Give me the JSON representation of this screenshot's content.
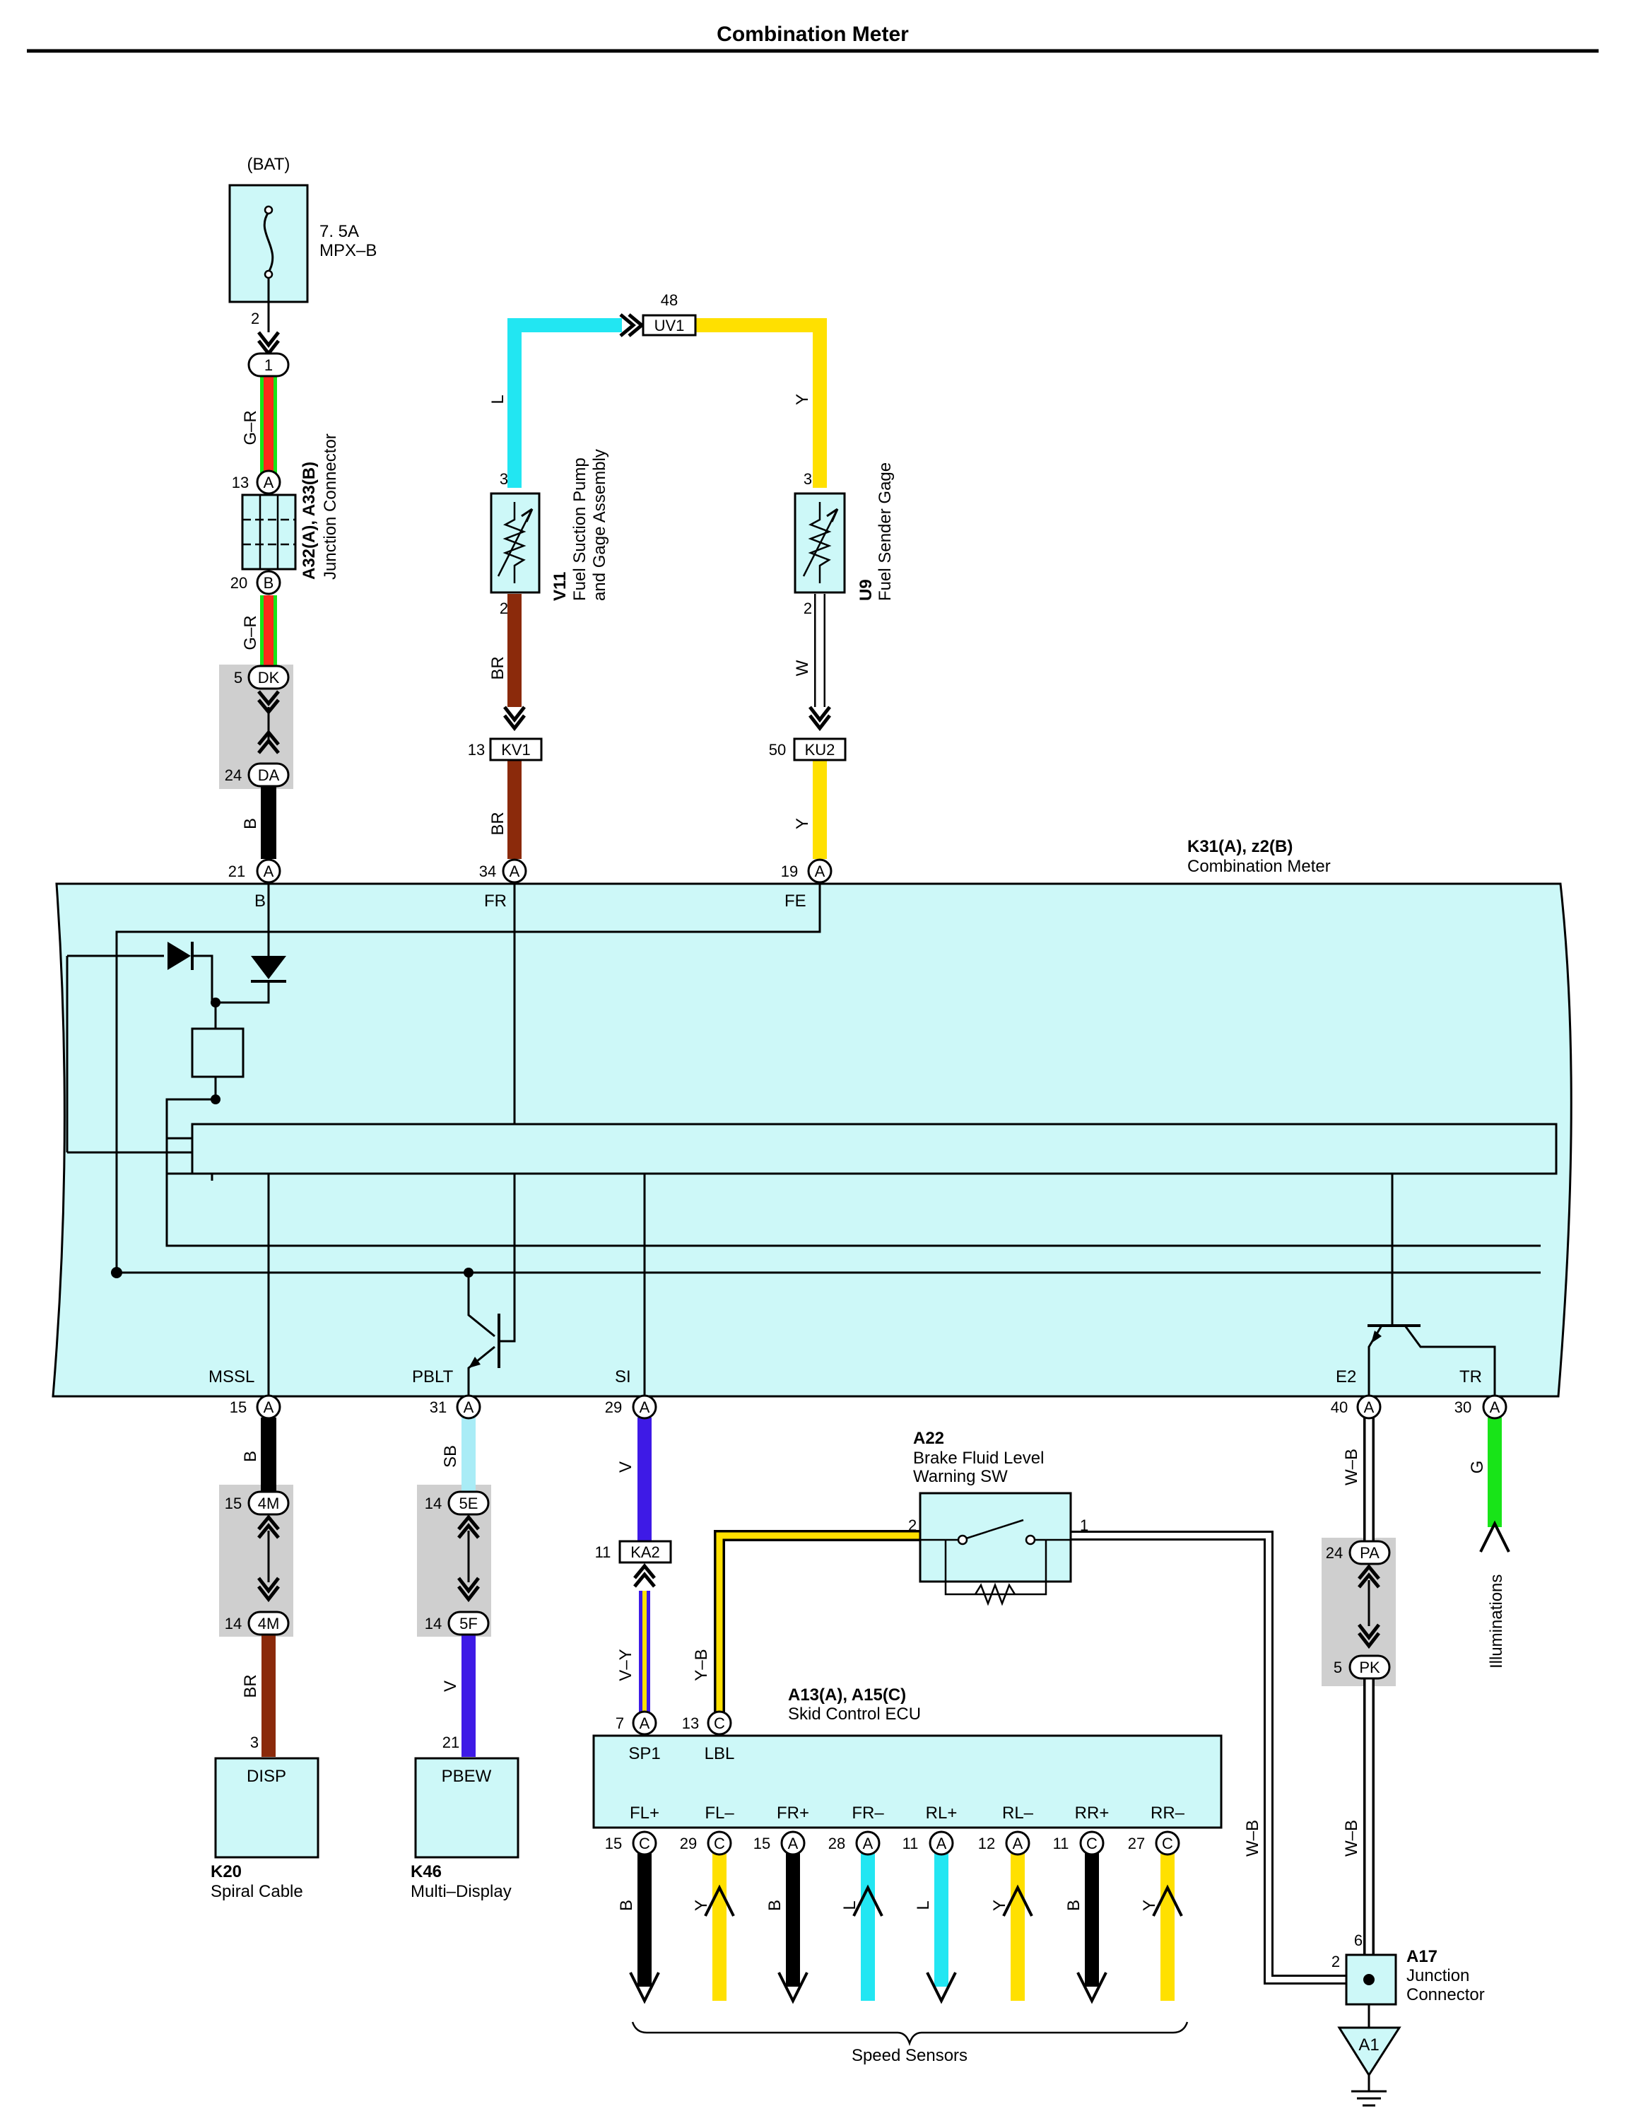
{
  "title": "Combination Meter",
  "colors": {
    "box_fill": "#cdf8f8",
    "connector_group": "#cfcfcf",
    "wire_black": "#000000",
    "wire_brown": "#8b2a0b",
    "wire_yellow": "#ffe000",
    "wire_blue": "#22e6f2",
    "wire_violet": "#3e1ae6",
    "wire_sky_blue": "#a9ecf6",
    "wire_green": "#18e418",
    "wire_red": "#ff2a1a",
    "wire_white": "#ffffff"
  },
  "labels": {
    "bat": "(BAT)",
    "fuse_rating": "7. 5A",
    "fuse_name": "MPX–B",
    "wire_gr_1": "G–R",
    "wire_gr_2": "G–R",
    "wire_b_1": "B",
    "wire_l": "L",
    "wire_y_top": "Y",
    "wire_br_1": "BR",
    "wire_br_2": "BR",
    "wire_w": "W",
    "wire_y_mid": "Y",
    "wire_b_mssl": "B",
    "wire_br_k20": "BR",
    "wire_sb": "SB",
    "wire_v_k46": "V",
    "wire_v_si": "V",
    "wire_vy": "V–Y",
    "wire_yb": "Y–B",
    "wire_wb_1": "W–B",
    "wire_wb_2": "W–B",
    "wire_wb_3": "W–B",
    "wire_g": "G",
    "junction_a32_code": "A32(A), A33(B)",
    "junction_a32_name": "Junction Connector",
    "v11_code": "V11",
    "v11_name_1": "Fuel Suction Pump",
    "v11_name_2": "and Gage Assembly",
    "u9_code": "U9",
    "u9_name": "Fuel Sender Gage",
    "meter_code": "K31(A), z2(B)",
    "meter_name": "Combination Meter",
    "term_b": "B",
    "term_fr": "FR",
    "term_fe": "FE",
    "term_mssl": "MSSL",
    "term_pblt": "PBLT",
    "term_si": "SI",
    "term_e2": "E2",
    "term_tr": "TR",
    "a22_code": "A22",
    "a22_name_1": "Brake Fluid Level",
    "a22_name_2": "Warning SW",
    "ecu_code": "A13(A), A15(C)",
    "ecu_name": "Skid Control ECU",
    "ecu_sp1": "SP1",
    "ecu_lbl": "LBL",
    "k20_term": "DISP",
    "k20_code": "K20",
    "k20_name": "Spiral Cable",
    "k46_term": "PBEW",
    "k46_code": "K46",
    "k46_name": "Multi–Display",
    "a17_code": "A17",
    "a17_name_1": "Junction",
    "a17_name_2": "Connector",
    "a1_ground": "A1",
    "illuminations": "Illuminations",
    "speed_sensors": "Speed Sensors"
  },
  "connectors": {
    "uv1": {
      "pin": "48",
      "id": "UV1"
    },
    "kv1": {
      "pin": "13",
      "id": "KV1"
    },
    "ku2": {
      "pin": "50",
      "id": "KU2"
    },
    "ka2": {
      "pin": "11",
      "id": "KA2"
    },
    "dk": {
      "pin": "5",
      "id": "DK"
    },
    "da": {
      "pin": "24",
      "id": "DA"
    },
    "m4a": {
      "pin": "15",
      "id": "4M"
    },
    "m4b": {
      "pin": "14",
      "id": "4M"
    },
    "e5": {
      "pin": "14",
      "id": "5E"
    },
    "f5": {
      "pin": "14",
      "id": "5F"
    },
    "pa": {
      "pin": "24",
      "id": "PA"
    },
    "pk": {
      "pin": "5",
      "id": "PK"
    }
  },
  "pins": {
    "fuse_out": "2",
    "bat_jc": "1",
    "a32_a_num": "13",
    "a32_a_id": "A",
    "a33_b_num": "20",
    "a33_b_id": "B",
    "v11_top": "3",
    "v11_bot": "2",
    "u9_top": "3",
    "u9_bot": "2",
    "m_b_num": "21",
    "m_b_id": "A",
    "m_fr_num": "34",
    "m_fr_id": "A",
    "m_fe_num": "19",
    "m_fe_id": "A",
    "m_mssl_num": "15",
    "m_mssl_id": "A",
    "m_pblt_num": "31",
    "m_pblt_id": "A",
    "m_si_num": "29",
    "m_si_id": "A",
    "m_e2_num": "40",
    "m_e2_id": "A",
    "m_tr_num": "30",
    "m_tr_id": "A",
    "k20_pin": "3",
    "k46_pin": "21",
    "a22_pin2": "2",
    "a22_pin1": "1",
    "ecu_sp1_num": "7",
    "ecu_sp1_id": "A",
    "ecu_lbl_num": "13",
    "ecu_lbl_id": "C",
    "a17_pin6": "6",
    "a17_pin2": "2"
  },
  "sensor_outputs": [
    {
      "label": "FL+",
      "pin": "15",
      "id": "C",
      "wire": "B",
      "color": "#000000"
    },
    {
      "label": "FL–",
      "pin": "29",
      "id": "C",
      "wire": "Y",
      "color": "#ffe000"
    },
    {
      "label": "FR+",
      "pin": "15",
      "id": "A",
      "wire": "B",
      "color": "#000000"
    },
    {
      "label": "FR–",
      "pin": "28",
      "id": "A",
      "wire": "L",
      "color": "#22e6f2"
    },
    {
      "label": "RL+",
      "pin": "11",
      "id": "A",
      "wire": "L",
      "color": "#22e6f2"
    },
    {
      "label": "RL–",
      "pin": "12",
      "id": "A",
      "wire": "Y",
      "color": "#ffe000"
    },
    {
      "label": "RR+",
      "pin": "11",
      "id": "C",
      "wire": "B",
      "color": "#000000"
    },
    {
      "label": "RR–",
      "pin": "27",
      "id": "C",
      "wire": "Y",
      "color": "#ffe000"
    }
  ]
}
